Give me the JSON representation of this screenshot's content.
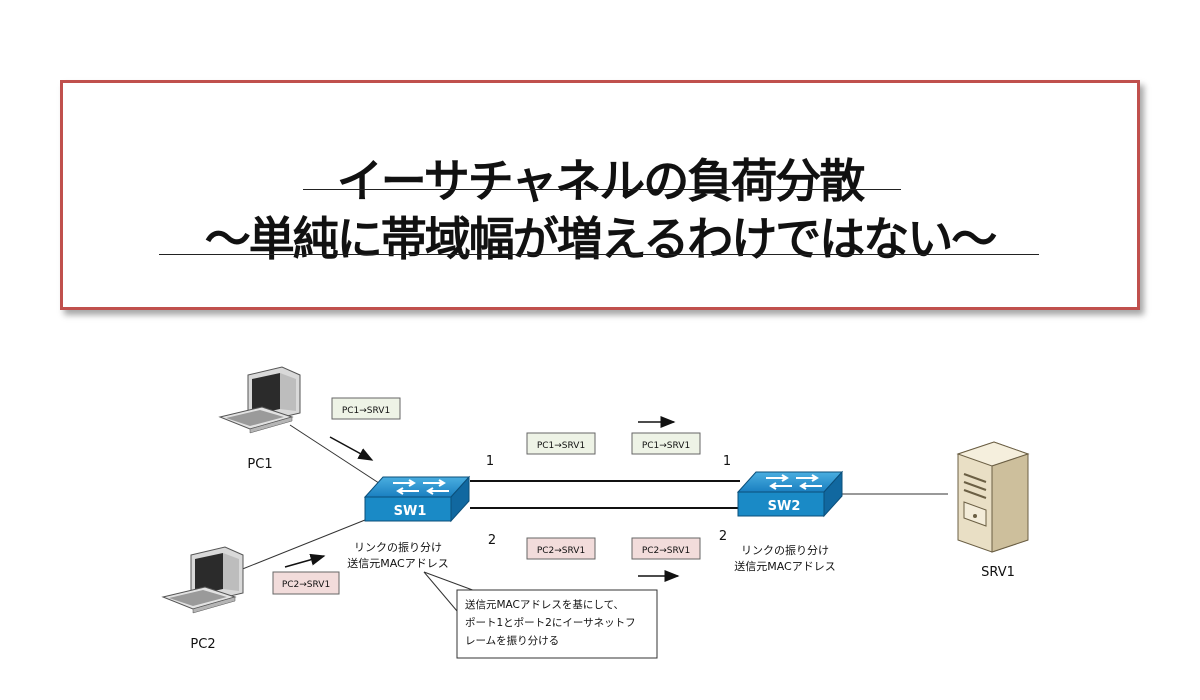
{
  "title": {
    "line1": "イーサチャネルの負荷分散",
    "line2": "〜単純に帯域幅が増えるわけではない〜"
  },
  "diagram": {
    "nodes": {
      "pc1": "PC1",
      "pc2": "PC2",
      "sw1": "SW1",
      "sw2": "SW2",
      "srv1": "SRV1"
    },
    "frames": {
      "pc1_in": "PC1→SRV1",
      "pc1_link": "PC1→SRV1",
      "pc1_out": "PC1→SRV1",
      "pc2_in": "PC2→SRV1",
      "pc2_link": "PC2→SRV1",
      "pc2_out": "PC2→SRV1"
    },
    "ports": {
      "sw1_p1": "1",
      "sw1_p2": "2",
      "sw2_p1": "1",
      "sw2_p2": "2"
    },
    "sw1_note": {
      "line1": "リンクの振り分け",
      "line2": "送信元MACアドレス"
    },
    "sw2_note": {
      "line1": "リンクの振り分け",
      "line2": "送信元MACアドレス"
    },
    "callout": {
      "line1": "送信元MACアドレスを基にして、",
      "line2": "ポート1とポート2にイーサネットフ",
      "line3": "レームを振り分ける"
    },
    "colors": {
      "switch": "#1a8ac6",
      "pc_frame": "#eef3e6",
      "pc2_frame": "#f2dcdb",
      "title_border": "#c0504d"
    }
  }
}
